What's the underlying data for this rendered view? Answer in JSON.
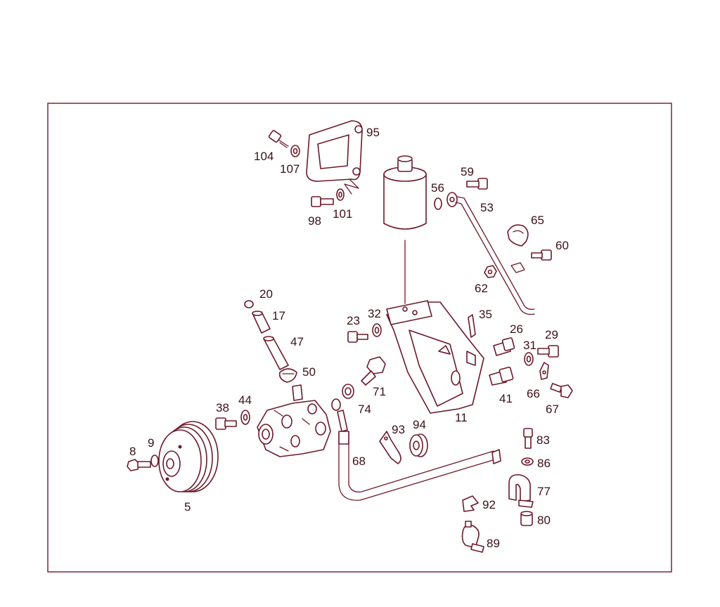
{
  "diagram": {
    "line_color": "#6b1a2a",
    "label_color": "#3a1018",
    "background": "#ffffff",
    "labels": {
      "p95": "95",
      "p104": "104",
      "p107": "107",
      "p98": "98",
      "p101": "101",
      "p59": "59",
      "p56": "56",
      "p53": "53",
      "p65": "65",
      "p60": "60",
      "p62": "62",
      "p20": "20",
      "p17": "17",
      "p47": "47",
      "p50": "50",
      "p23": "23",
      "p32": "32",
      "p35": "35",
      "p26": "26",
      "p29": "29",
      "p31": "31",
      "p71": "71",
      "p74": "74",
      "p11": "11",
      "p41": "41",
      "p66": "66",
      "p67": "67",
      "p38": "38",
      "p44": "44",
      "p93": "93",
      "p94": "94",
      "p83": "83",
      "p86": "86",
      "p8": "8",
      "p9": "9",
      "p5": "5",
      "p68": "68",
      "p77": "77",
      "p92": "92",
      "p80": "80",
      "p89": "89"
    }
  }
}
